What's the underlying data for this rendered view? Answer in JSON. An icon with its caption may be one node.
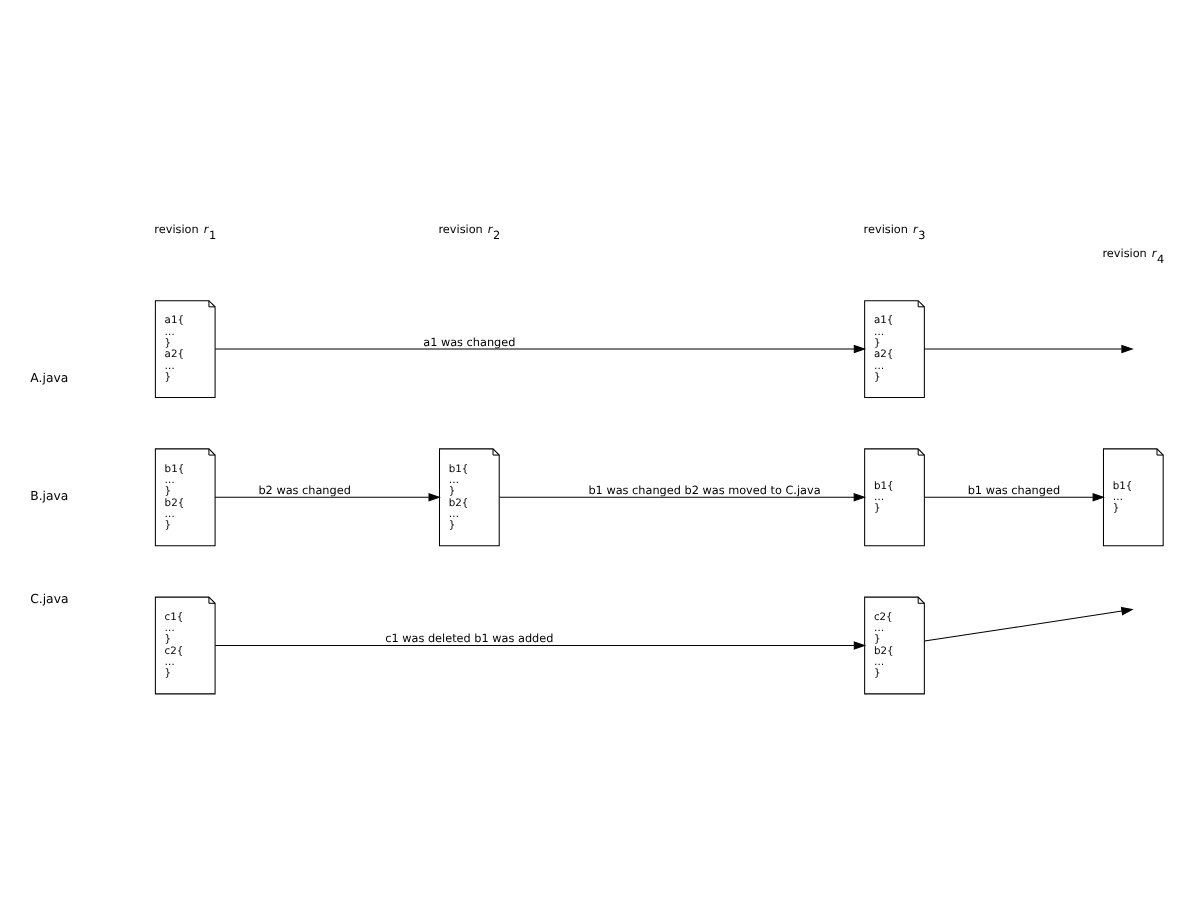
{
  "diagram": {
    "nodes": [
      {
        "text": [
          "a1{ … } a2{ … }"
        ]
      },
      {
        "text": [
          "a1{ … } a2{ … }"
        ]
      },
      {
        "text": [
          "b1{ … } b2{ … }"
        ]
      },
      {
        "text": [
          "b1{ … } b2{ … }"
        ]
      },
      {
        "text": [
          "b1{ … }"
        ]
      },
      {
        "text": [
          "b1{ … }"
        ]
      },
      {
        "text": [
          "c1{ … } c2{ … }"
        ]
      },
      {
        "text": [
          "c2{ … } b2{ … }"
        ]
      }
    ],
    "edges": [
      {
        "from": 0,
        "to": 1,
        "arrow": "to",
        "label": "a1 was changed"
      },
      {
        "from": 1,
        "to": null,
        "arrow": "to"
      },
      {
        "from": 2,
        "to": 3,
        "arrow": "to",
        "label": "b2 was changed"
      },
      {
        "from": 3,
        "to": 4,
        "arrow": "to",
        "label": "b1 was changed b2 was moved to C.java"
      },
      {
        "from": 4,
        "to": 5,
        "arrow": "to",
        "label": "b1 was changed"
      },
      {
        "from": 6,
        "to": 7,
        "arrow": "to",
        "label": "c1 was deleted b1 was added"
      },
      {
        "from": 7,
        "to": null,
        "arrow": "to"
      }
    ],
    "labels": [
      "revision *r*$_{1}$",
      "revision *r*$_{2}$",
      "revision *r*$_{3}$",
      "revision *r*$_{4}$",
      "A.java",
      "B.java",
      "C.java"
    ]
  }
}
